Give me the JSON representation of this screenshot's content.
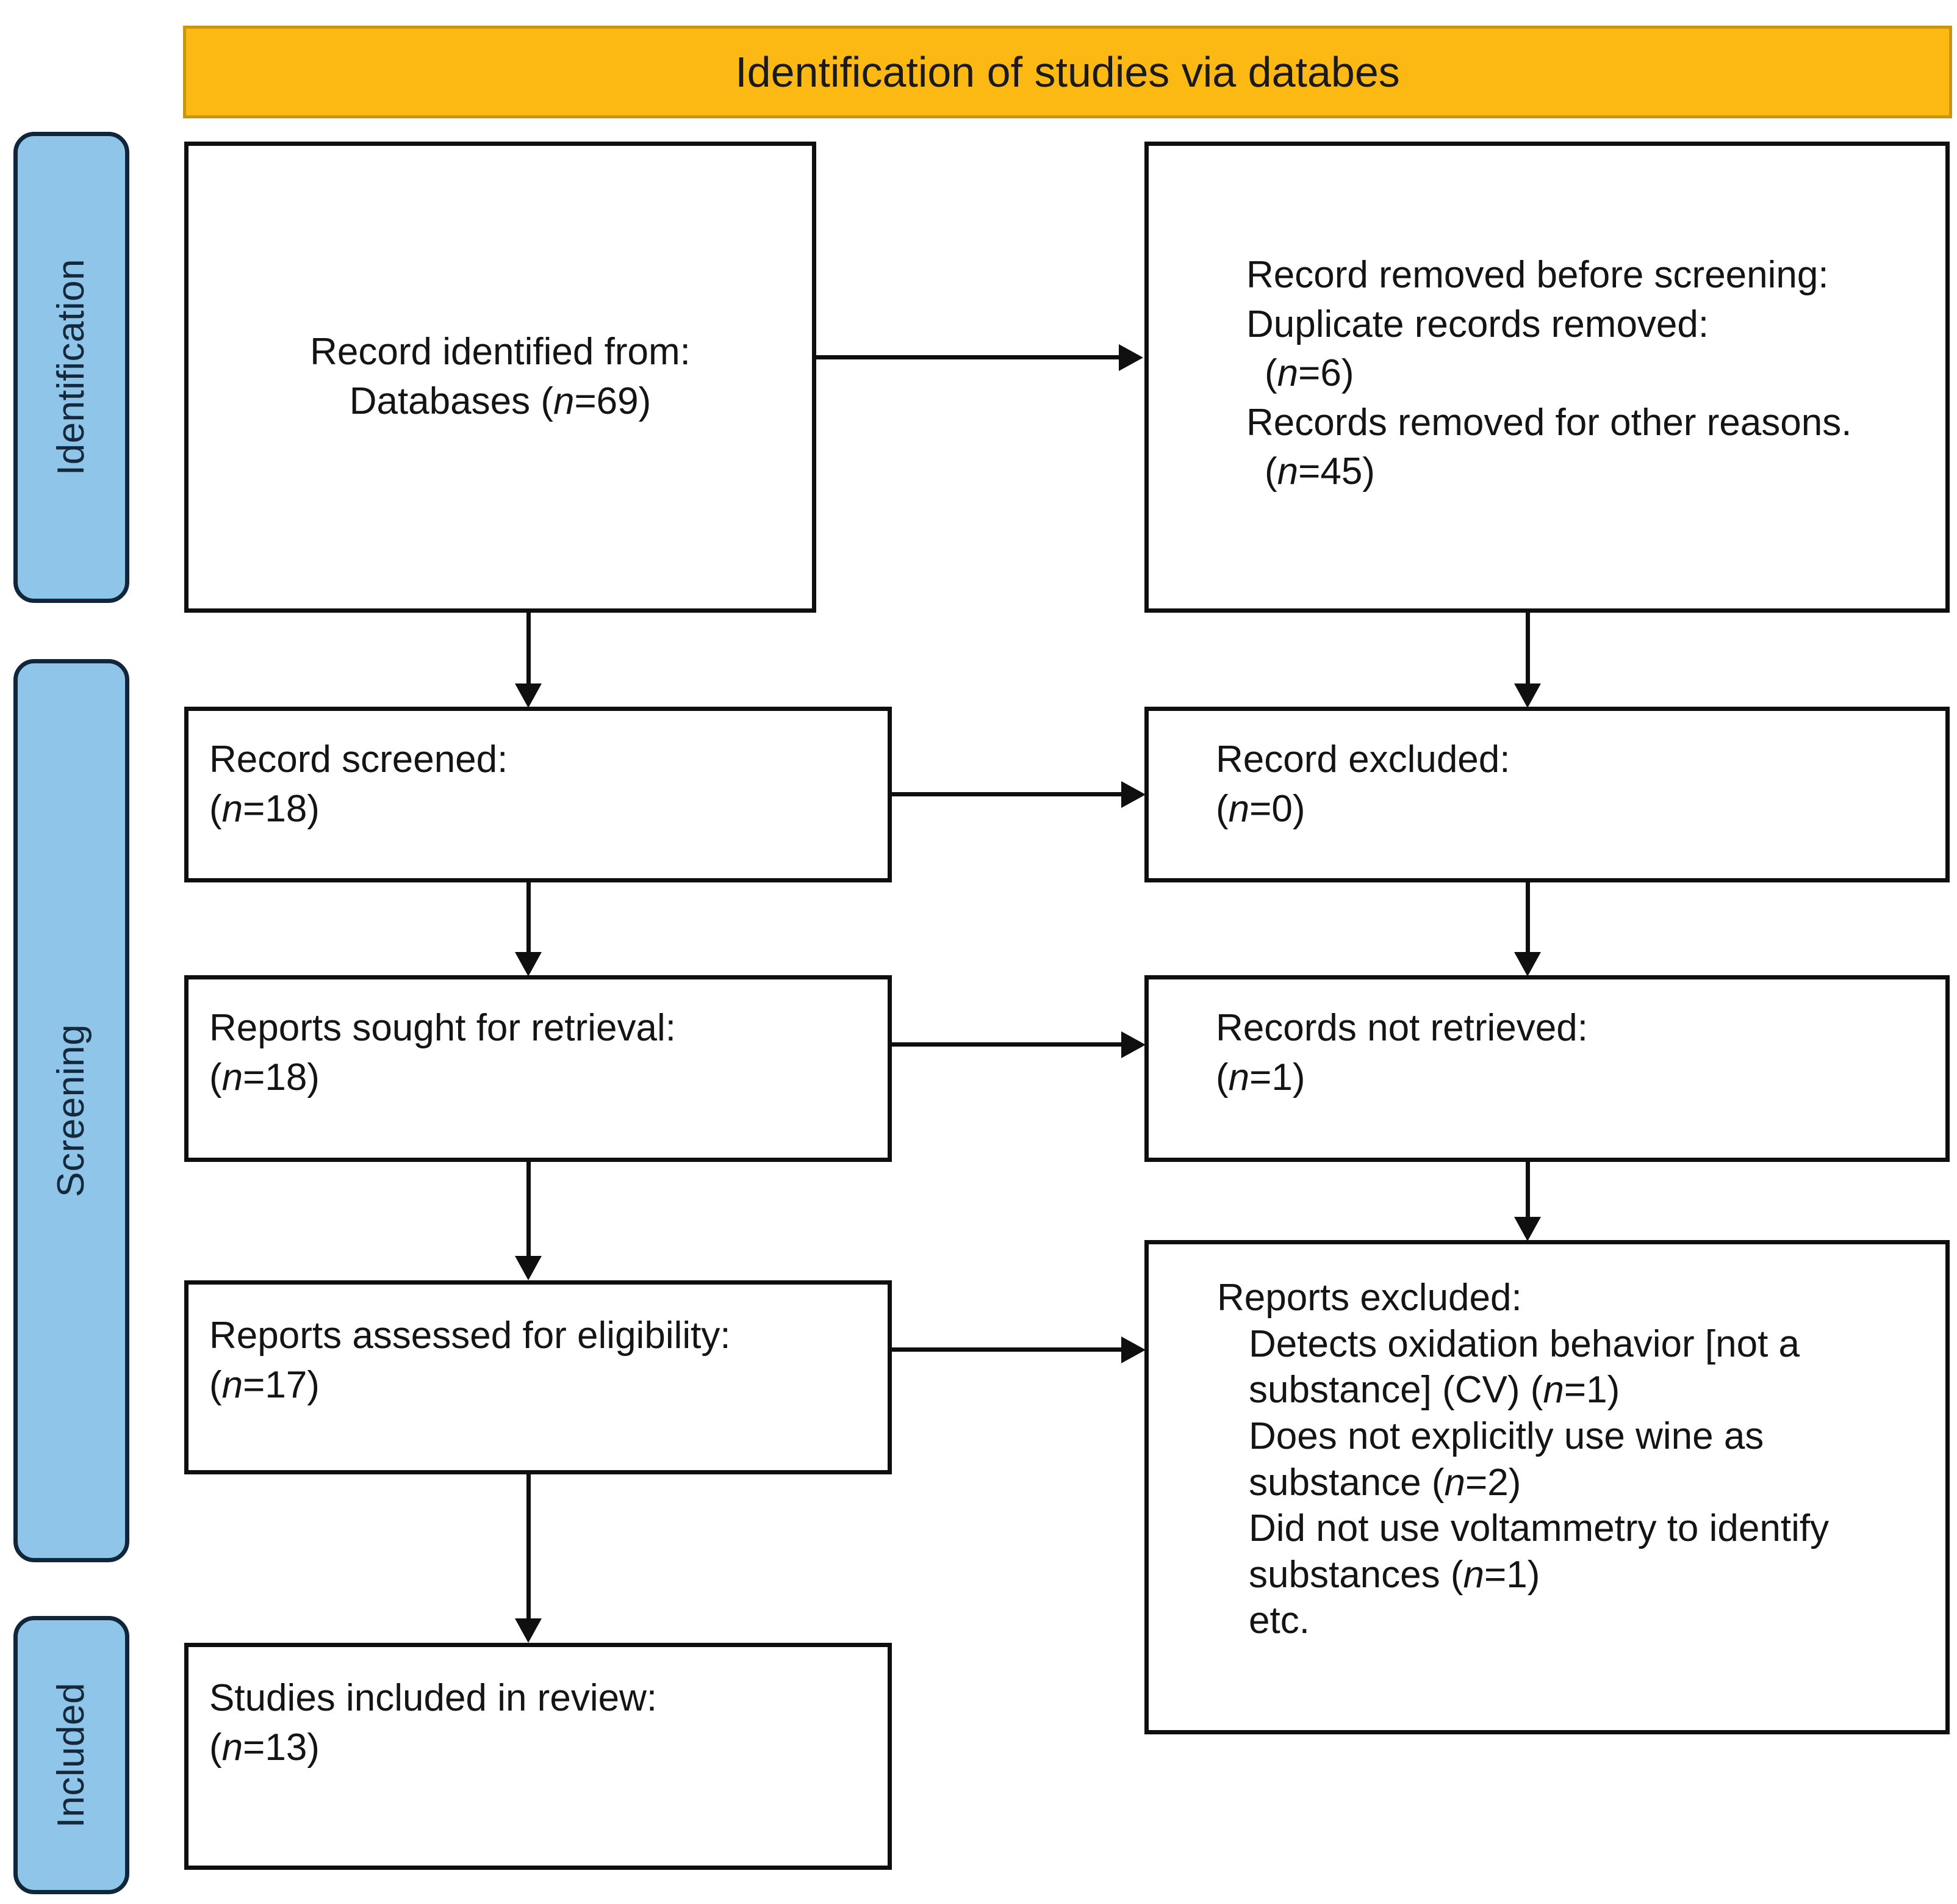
{
  "diagram": {
    "type": "prisma-flow-diagram",
    "banner": {
      "title": "Identification of studies via databes",
      "color": "#fcb913"
    },
    "stages": [
      {
        "id": "identification",
        "label": "Identification",
        "color": "#8ec5e8"
      },
      {
        "id": "screening",
        "label": "Screening",
        "color": "#8ec5e8"
      },
      {
        "id": "included",
        "label": "Included",
        "color": "#8ec5e8"
      }
    ],
    "boxes": {
      "records_identified": {
        "line1": "Record identified from:",
        "line2_pre": "Databases (",
        "line2_italic": "n",
        "line2_post": "=69)"
      },
      "records_removed": {
        "line1": "Record removed before screening:",
        "line2": "Duplicate records removed:",
        "line3_pre": "(",
        "line3_italic": "n",
        "line3_post": "=6)",
        "line4": "Records removed for other reasons.",
        "line5_pre": "(",
        "line5_italic": "n",
        "line5_post": "=45)"
      },
      "records_screened": {
        "line1": "Record screened:",
        "line2_pre": "(",
        "line2_italic": "n",
        "line2_post": "=18)"
      },
      "records_excluded": {
        "line1": "Record excluded:",
        "line2_pre": "(",
        "line2_italic": "n",
        "line2_post": "=0)"
      },
      "reports_sought": {
        "line1": "Reports sought for retrieval:",
        "line2_pre": "(",
        "line2_italic": "n",
        "line2_post": "=18)"
      },
      "reports_not_retrieved": {
        "line1": "Records not retrieved:",
        "line2_pre": "(",
        "line2_italic": "n",
        "line2_post": "=1)"
      },
      "reports_assessed": {
        "line1": "Reports assessed for eligibility:",
        "line2_pre": "(",
        "line2_italic": "n",
        "line2_post": "=17)"
      },
      "reports_excluded": {
        "line1": "Reports excluded:",
        "reason1_pre": "Detects oxidation behavior [not a substance] (CV) (",
        "reason1_italic": "n",
        "reason1_post": "=1)",
        "reason2_pre": "Does not explicitly use wine as substance (",
        "reason2_italic": "n",
        "reason2_post": "=2)",
        "reason3_pre": "Did not use voltammetry to identify substances (",
        "reason3_italic": "n",
        "reason3_post": "=1)",
        "reason4": "etc."
      },
      "studies_included": {
        "line1": "Studies included in review:",
        "line2_pre": "(",
        "line2_italic": "n",
        "line2_post": "=13)"
      }
    },
    "counts": {
      "databases_identified": 69,
      "duplicates_removed": 6,
      "removed_other_reasons": 45,
      "records_screened": 18,
      "records_excluded": 0,
      "reports_sought": 18,
      "reports_not_retrieved": 1,
      "reports_assessed": 17,
      "excluded_oxidation_cv": 1,
      "excluded_not_wine": 2,
      "excluded_no_voltammetry": 1,
      "studies_included": 13
    }
  }
}
